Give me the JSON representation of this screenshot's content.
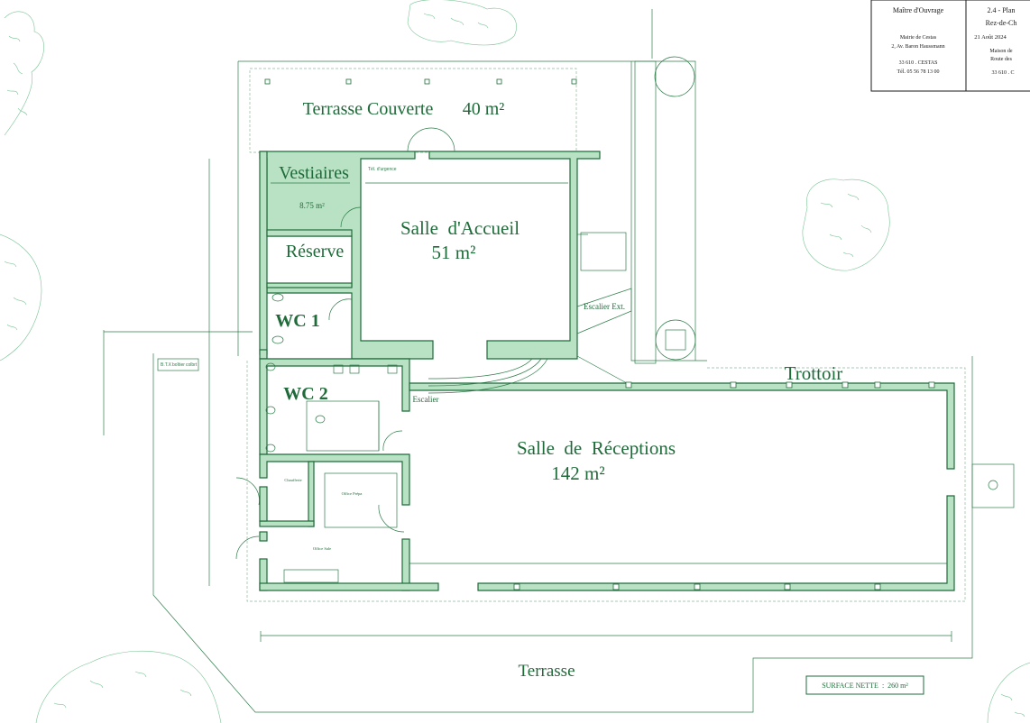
{
  "title_block": {
    "owner_heading": "Maître d'Ouvrage",
    "owner_name": "Mairie de Cestas",
    "owner_address": "2, Av. Baron Haussmann",
    "owner_city": "33 610 . CESTAS",
    "owner_phone": "Tél. 05 56 78 13 00",
    "sheet_title": "2.4 - Plan",
    "sheet_subtitle": "Rez-de-Ch",
    "sheet_date": "21 Août 2024",
    "project_line1": "Maison de",
    "project_line2": "Route des",
    "project_city": "33 610 . C"
  },
  "rooms": {
    "terrasse_couverte": {
      "name": "Terrasse Couverte",
      "area": "40 m²"
    },
    "vestiaires": {
      "name": "Vestiaires",
      "area": "8.75 m²"
    },
    "salle_accueil": {
      "name": "Salle  d'Accueil",
      "area": "51 m²"
    },
    "reserve": {
      "name": "Réserve"
    },
    "wc1": {
      "name": "WC 1"
    },
    "wc2": {
      "name": "WC 2"
    },
    "escalier_ext": {
      "name": "Escalier Ext."
    },
    "escalier": {
      "name": "Escalier"
    },
    "salle_receptions": {
      "name": "Salle  de  Réceptions",
      "area": "142 m²"
    },
    "trottoir": {
      "name": "Trottoir"
    },
    "terrasse": {
      "name": "Terrasse"
    },
    "office_prepa": {
      "name": "Office Prépa"
    },
    "office_sale": {
      "name": "Office Sale"
    },
    "chaufferie": {
      "name": "Chaufferie"
    }
  },
  "small_labels": {
    "tel_urgence": "Tél. d'urgence",
    "btx": "B.T.X",
    "boitier": "boîtier",
    "colbrt": "colbrt"
  },
  "surface": {
    "label": "SURFACE NETTE  :  260 m²"
  },
  "colors": {
    "wall_fill": "#b9e2c4",
    "line": "#1f6b3a",
    "tree": "#79c494"
  }
}
